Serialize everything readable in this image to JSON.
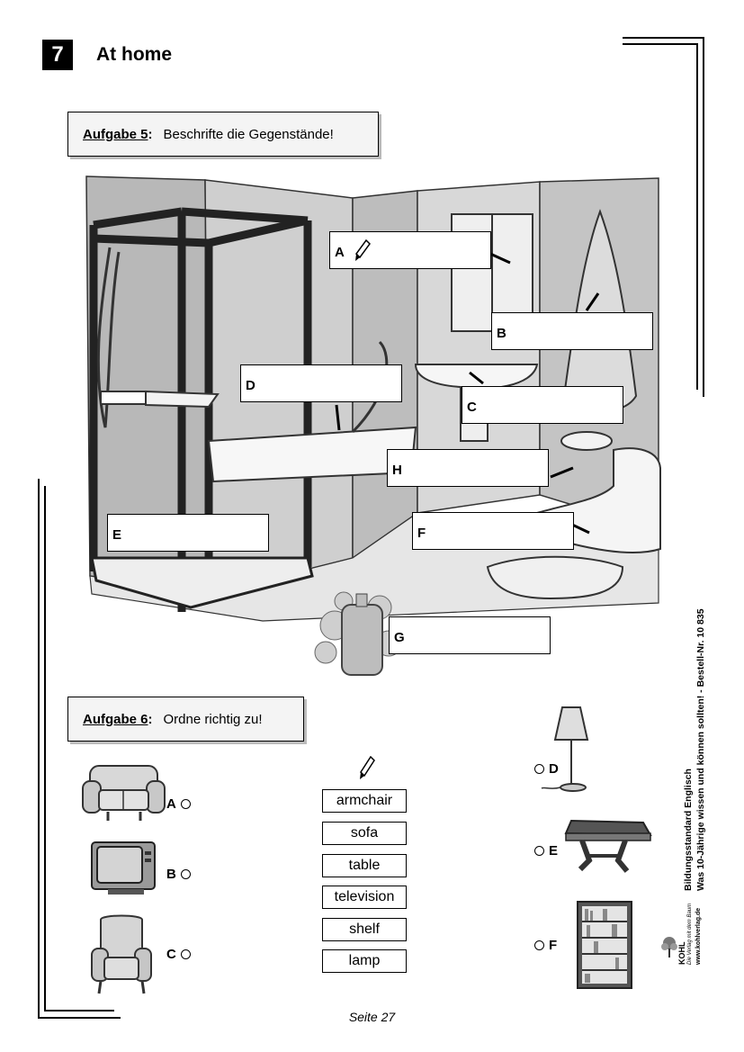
{
  "header": {
    "chapter_number": "7",
    "chapter_title": "At home"
  },
  "task5": {
    "label": "Aufgabe 5",
    "instruction": "Beschrifte die Gegenstände!",
    "labels": [
      "A",
      "B",
      "C",
      "D",
      "E",
      "F",
      "G",
      "H"
    ]
  },
  "task6": {
    "label": "Aufgabe 6",
    "instruction": "Ordne richtig zu!",
    "words": [
      "armchair",
      "sofa",
      "table",
      "television",
      "shelf",
      "lamp"
    ],
    "left_options": [
      "A",
      "B",
      "C"
    ],
    "right_options": [
      "D",
      "E",
      "F"
    ]
  },
  "sidebar": {
    "line1": "Bildungsstandard Englisch",
    "line2": "Was 10-Jährige wissen und können sollten!  -  Bestell-Nr. 10 835",
    "publisher": "KOHL",
    "publisher_tagline": "Die Verlag mit dem Baum",
    "website": "www.kohlverlag.de"
  },
  "footer": {
    "page": "Seite 27"
  }
}
